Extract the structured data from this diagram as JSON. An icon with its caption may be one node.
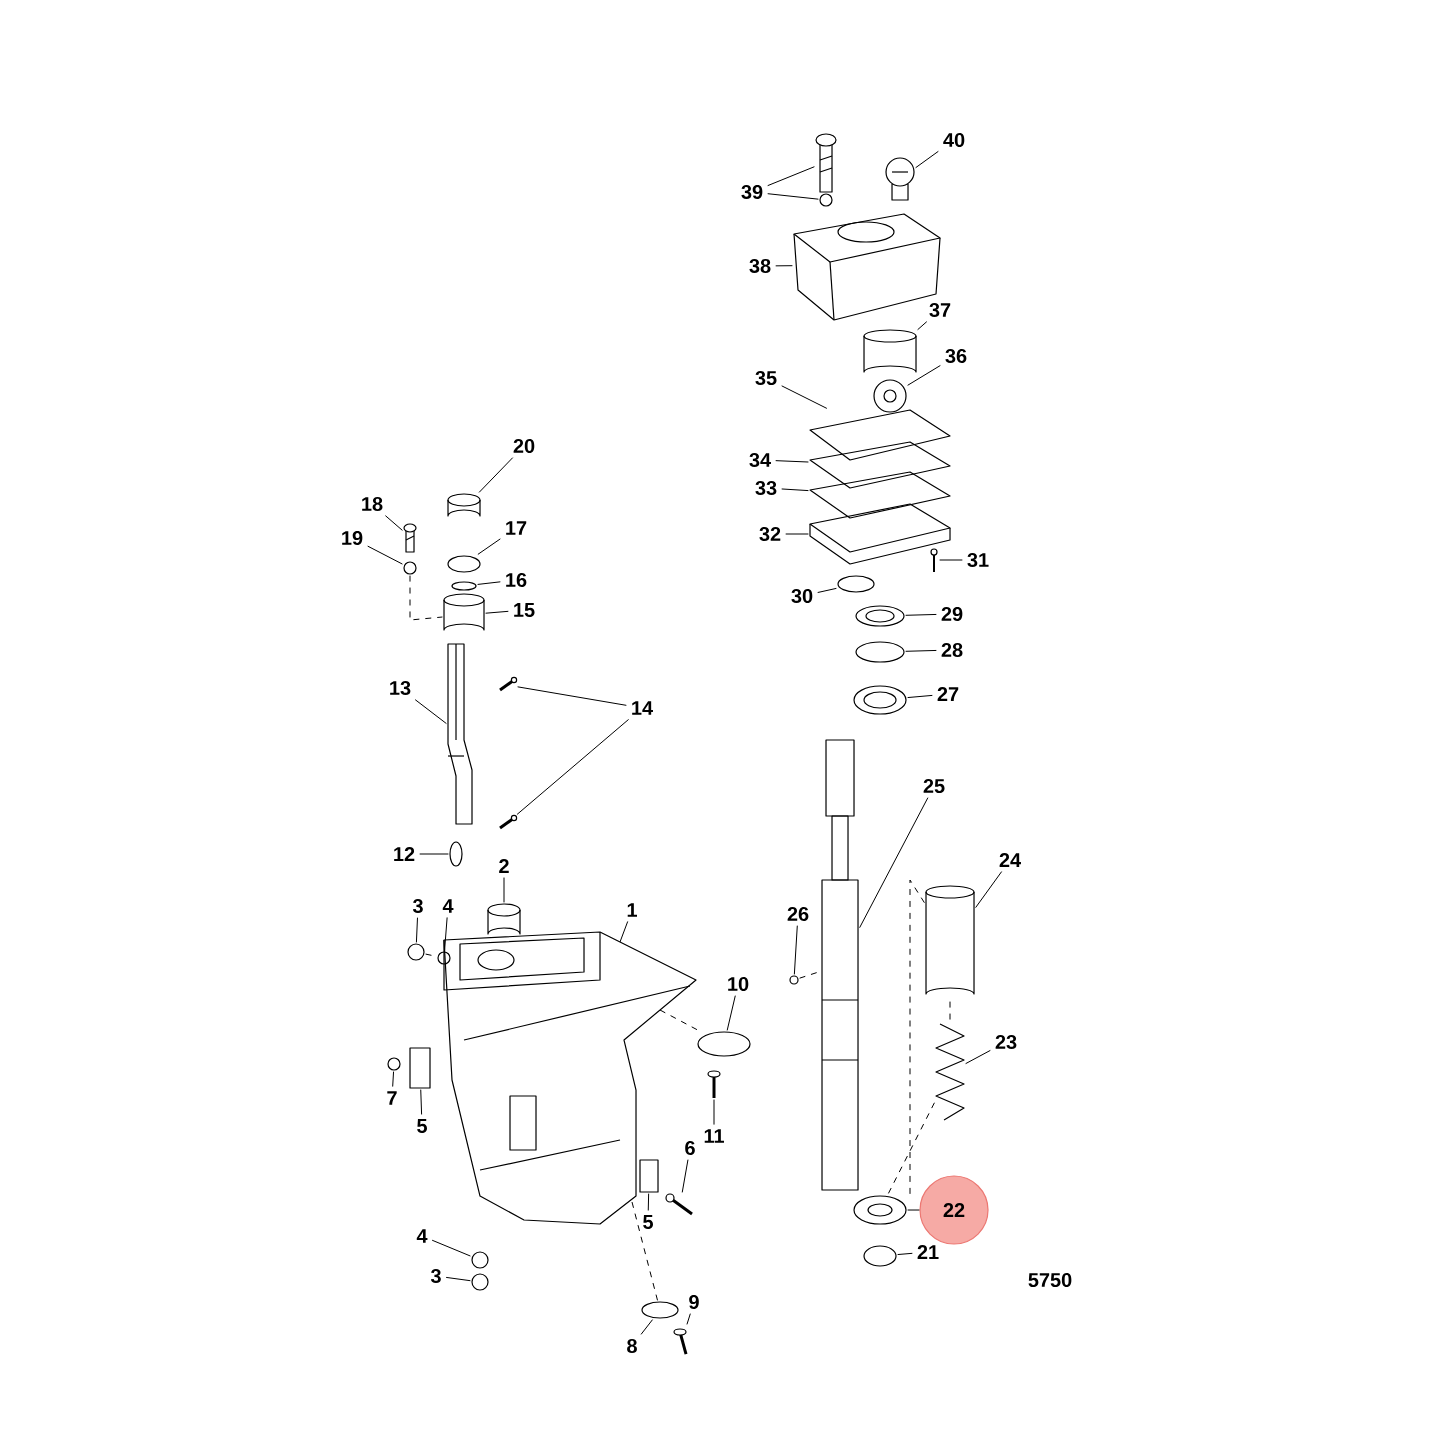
{
  "diagram": {
    "nodes": [
      {
        "text": [
          "1"
        ]
      },
      {
        "text": [
          "2"
        ]
      },
      {
        "text": [
          "3"
        ]
      },
      {
        "text": [
          "3"
        ]
      },
      {
        "text": [
          "4"
        ]
      },
      {
        "text": [
          "4"
        ]
      },
      {
        "text": [
          "5"
        ]
      },
      {
        "text": [
          "5"
        ]
      },
      {
        "text": [
          "6"
        ]
      },
      {
        "text": [
          "7"
        ]
      },
      {
        "text": [
          "8"
        ]
      },
      {
        "text": [
          "9"
        ]
      },
      {
        "text": [
          "10"
        ]
      },
      {
        "text": [
          "11"
        ]
      },
      {
        "text": [
          "12"
        ]
      },
      {
        "text": [
          "13"
        ]
      },
      {
        "text": [
          "14"
        ]
      },
      {
        "text": [
          "15"
        ]
      },
      {
        "text": [
          "16"
        ]
      },
      {
        "text": [
          "17"
        ]
      },
      {
        "text": [
          "18"
        ]
      },
      {
        "text": [
          "19"
        ]
      },
      {
        "text": [
          "20"
        ]
      },
      {
        "text": [
          "21"
        ]
      },
      {
        "text": [
          "22"
        ]
      },
      {
        "text": [
          "23"
        ]
      },
      {
        "text": [
          "24"
        ]
      },
      {
        "text": [
          "25"
        ]
      },
      {
        "text": [
          "26"
        ]
      },
      {
        "text": [
          "27"
        ]
      },
      {
        "text": [
          "28"
        ]
      },
      {
        "text": [
          "29"
        ]
      },
      {
        "text": [
          "30"
        ]
      },
      {
        "text": [
          "31"
        ]
      },
      {
        "text": [
          "32"
        ]
      },
      {
        "text": [
          "33"
        ]
      },
      {
        "text": [
          "34"
        ]
      },
      {
        "text": [
          "35"
        ]
      },
      {
        "text": [
          "36"
        ]
      },
      {
        "text": [
          "37"
        ]
      },
      {
        "text": [
          "38"
        ]
      },
      {
        "text": [
          "39"
        ]
      },
      {
        "text": [
          "40"
        ]
      },
      {
        "text": [],
        "shape": "picture"
      },
      {
        "text": [],
        "shape": "cylinder"
      },
      {
        "text": [],
        "shape": "circle"
      },
      {
        "text": [],
        "shape": "circle"
      },
      {
        "text": [],
        "shape": "circle"
      },
      {
        "text": [],
        "shape": "circle"
      },
      {
        "text": [],
        "shape": "box"
      },
      {
        "text": [],
        "shape": "box"
      },
      {
        "text": [],
        "shape": "picture"
      },
      {
        "text": [],
        "shape": "circle"
      },
      {
        "text": [],
        "shape": "circle"
      },
      {
        "text": [],
        "shape": "picture"
      },
      {
        "text": [],
        "shape": "circle"
      },
      {
        "text": [],
        "shape": "picture"
      },
      {
        "text": [],
        "shape": "circle"
      },
      {
        "text": [],
        "shape": "picture"
      },
      {
        "text": [],
        "shape": "picture"
      },
      {
        "text": [],
        "shape": "picture"
      },
      {
        "text": [],
        "shape": "cylinder"
      },
      {
        "text": [],
        "shape": "circle"
      },
      {
        "text": [],
        "shape": "circle"
      },
      {
        "text": [],
        "shape": "picture"
      },
      {
        "text": [],
        "shape": "circle"
      },
      {
        "text": [],
        "shape": "cylinder"
      },
      {
        "text": [],
        "shape": "circle"
      },
      {
        "text": [],
        "shape": "picture"
      },
      {
        "text": [],
        "shape": "picture"
      },
      {
        "text": [],
        "shape": "cylinder"
      },
      {
        "text": [],
        "shape": "picture"
      },
      {
        "text": [],
        "shape": "circle"
      },
      {
        "text": [],
        "shape": "picture"
      },
      {
        "text": [],
        "shape": "circle"
      },
      {
        "text": [],
        "shape": "picture"
      },
      {
        "text": [],
        "shape": "circle"
      },
      {
        "text": [],
        "shape": "picture"
      },
      {
        "text": [],
        "shape": "picture"
      },
      {
        "text": [],
        "shape": "picture"
      },
      {
        "text": [],
        "shape": "picture"
      },
      {
        "text": [],
        "shape": "picture"
      },
      {
        "text": [],
        "shape": "picture"
      },
      {
        "text": [],
        "shape": "cylinder"
      },
      {
        "text": [],
        "shape": "picture"
      },
      {
        "text": [],
        "shape": "picture"
      },
      {
        "text": [],
        "shape": "circle"
      },
      {
        "text": [],
        "shape": "picture"
      }
    ],
    "edges": [
      {
        "from": 0,
        "to": 43,
        "arrow": "none"
      },
      {
        "from": 1,
        "to": 44,
        "arrow": "none"
      },
      {
        "from": 2,
        "to": 45,
        "arrow": "none"
      },
      {
        "from": 3,
        "to": 46,
        "arrow": "none"
      },
      {
        "from": 4,
        "to": 47,
        "arrow": "none"
      },
      {
        "from": 5,
        "to": 48,
        "arrow": "none"
      },
      {
        "from": 6,
        "to": 49,
        "arrow": "none"
      },
      {
        "from": 7,
        "to": 50,
        "arrow": "none"
      },
      {
        "from": 8,
        "to": 51,
        "arrow": "none"
      },
      {
        "from": 9,
        "to": 52,
        "arrow": "none"
      },
      {
        "from": 10,
        "to": 53,
        "arrow": "none"
      },
      {
        "from": 11,
        "to": 54,
        "arrow": "none"
      },
      {
        "from": 12,
        "to": 55,
        "arrow": "none"
      },
      {
        "from": 13,
        "to": 56,
        "arrow": "none"
      },
      {
        "from": 14,
        "to": 57,
        "arrow": "none"
      },
      {
        "from": 15,
        "to": 58,
        "arrow": "none"
      },
      {
        "from": 16,
        "to": 59,
        "arrow": "none"
      },
      {
        "from": 16,
        "to": 60,
        "arrow": "none"
      },
      {
        "from": 17,
        "to": 61,
        "arrow": "none"
      },
      {
        "from": 18,
        "to": 62,
        "arrow": "none"
      },
      {
        "from": 19,
        "to": 63,
        "arrow": "none"
      },
      {
        "from": 20,
        "to": 64,
        "arrow": "none"
      },
      {
        "from": 21,
        "to": 65,
        "arrow": "none"
      },
      {
        "from": 22,
        "to": 66,
        "arrow": "none"
      },
      {
        "from": 23,
        "to": 67,
        "arrow": "none"
      },
      {
        "from": 24,
        "to": 68,
        "arrow": "none"
      },
      {
        "from": 25,
        "to": 69,
        "arrow": "none"
      },
      {
        "from": 26,
        "to": 70,
        "arrow": "none"
      },
      {
        "from": 27,
        "to": 71,
        "arrow": "none"
      },
      {
        "from": 28,
        "to": 72,
        "arrow": "none"
      },
      {
        "from": 29,
        "to": 73,
        "arrow": "none"
      },
      {
        "from": 30,
        "to": 74,
        "arrow": "none"
      },
      {
        "from": 31,
        "to": 75,
        "arrow": "none"
      },
      {
        "from": 32,
        "to": 76,
        "arrow": "none"
      },
      {
        "from": 33,
        "to": 77,
        "arrow": "none"
      },
      {
        "from": 34,
        "to": 78,
        "arrow": "none"
      },
      {
        "from": 35,
        "to": 79,
        "arrow": "none"
      },
      {
        "from": 36,
        "to": 80,
        "arrow": "none"
      },
      {
        "from": 37,
        "to": 81,
        "arrow": "none"
      },
      {
        "from": 38,
        "to": 82,
        "arrow": "none"
      },
      {
        "from": 39,
        "to": 83,
        "arrow": "none"
      },
      {
        "from": 40,
        "to": 84,
        "arrow": "none"
      },
      {
        "from": 41,
        "to": 85,
        "arrow": "none"
      },
      {
        "from": 41,
        "to": 86,
        "arrow": "none"
      },
      {
        "from": 42,
        "to": 87,
        "arrow": "none"
      },
      {
        "from": 45,
        "to": 47,
        "arrow": "none",
        "style": "dashed"
      },
      {
        "from": 65,
        "to": 61,
        "arrow": "none",
        "style": "dashed"
      },
      {
        "from": 43,
        "to": 53,
        "arrow": "none",
        "style": "dashed"
      },
      {
        "from": 43,
        "to": 55,
        "arrow": "none",
        "style": "dashed"
      },
      {
        "from": 70,
        "to": 69,
        "arrow": "none",
        "style": "dashed"
      },
      {
        "from": 69,
        "to": 68,
        "arrow": "none",
        "style": "dashed"
      },
      {
        "from": 70,
        "to": 68,
        "arrow": "none",
        "style": "dashed"
      },
      {
        "from": 72,
        "to": 71,
        "arrow": "none",
        "style": "dashed"
      }
    ],
    "labels": [
      "5750"
    ]
  }
}
